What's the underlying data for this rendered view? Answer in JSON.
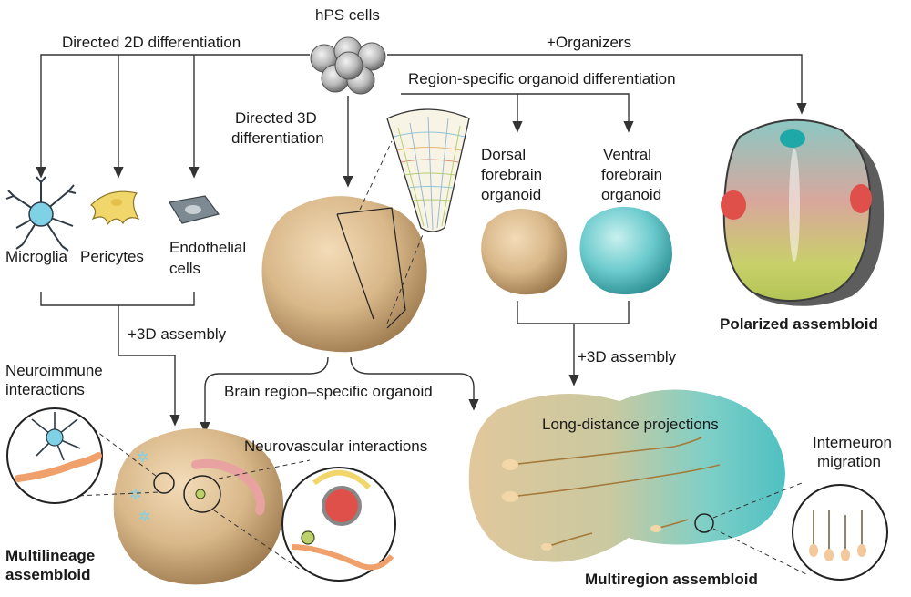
{
  "source_label": "hPS cells",
  "branches": {
    "directed_2d": "Directed 2D differentiation",
    "organizers": "+Organizers",
    "region_specific": "Region-specific organoid differentiation",
    "directed_3d_line1": "Directed 3D",
    "directed_3d_line2": "differentiation"
  },
  "cell_types": {
    "microglia": "Microglia",
    "pericytes": "Pericytes",
    "endothelial_line1": "Endothelial",
    "endothelial_line2": "cells"
  },
  "organoids": {
    "dorsal_line1": "Dorsal",
    "dorsal_line2": "forebrain",
    "dorsal_line3": "organoid",
    "ventral_line1": "Ventral",
    "ventral_line2": "forebrain",
    "ventral_line3": "organoid",
    "brain_region": "Brain region–specific organoid"
  },
  "steps": {
    "assembly_left": "+3D assembly",
    "assembly_right": "+3D assembly"
  },
  "interactions": {
    "neuroimmune_line1": "Neuroimmune",
    "neuroimmune_line2": "interactions",
    "neurovascular": "Neurovascular interactions",
    "long_distance": "Long-distance projections",
    "interneuron_line1": "Interneuron",
    "interneuron_line2": "migration"
  },
  "assembloids": {
    "polarized": "Polarized assembloid",
    "multilineage_line1": "Multilineage",
    "multilineage_line2": "assembloid",
    "multiregion": "Multiregion assembloid"
  },
  "colors": {
    "line": "#333333",
    "tan_organoid": "#d9b88a",
    "teal_organoid": "#5cc3c8",
    "polarized_red": "#e0504a",
    "polarized_teal": "#1fa8a8",
    "polarized_green": "#bccf5a"
  }
}
